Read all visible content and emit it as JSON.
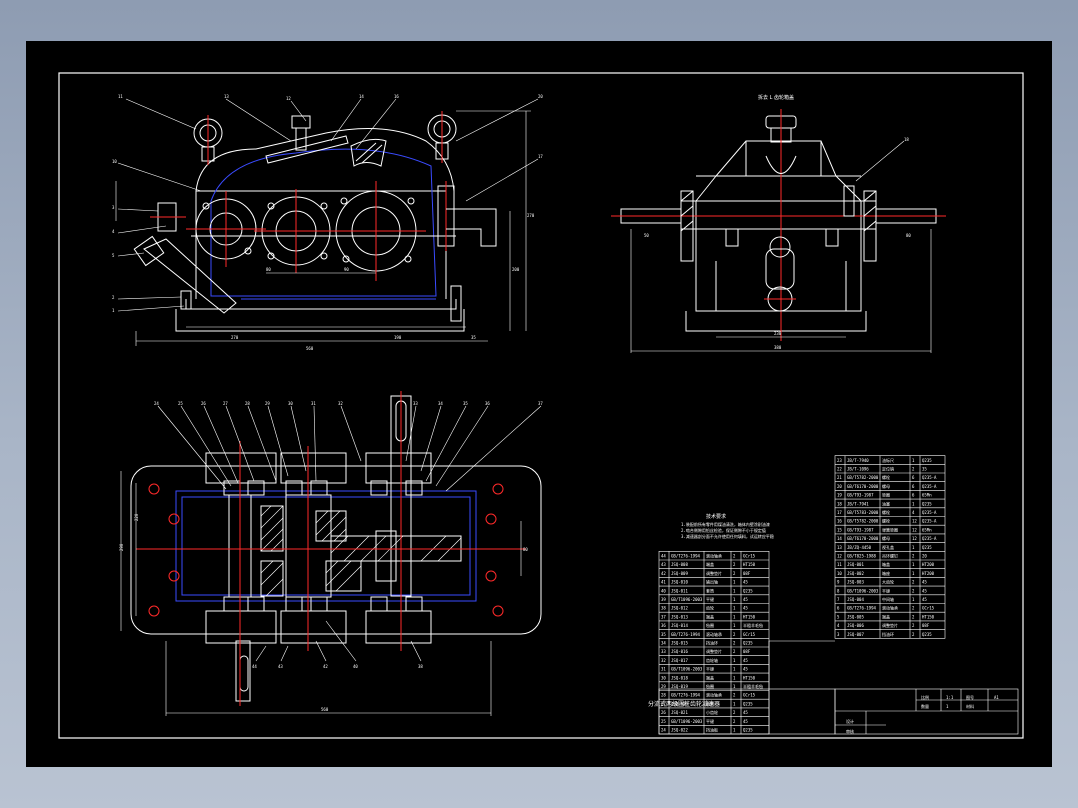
{
  "drawing": {
    "top_view_note": "拆去 L 齿轮箱盖",
    "tech_notes": [
      "技术要求",
      "1.装配前所有零件用煤油清洗，箱体内壁涂耐油漆",
      "2.啮合侧隙用铅丝检验，保证侧隙不小于规定值",
      "3.减速器剖分面不允许使用任何填料，试运转应平稳"
    ],
    "title_block": {
      "title": "分流式两级圆柱齿轮减速器",
      "col_a": "比例",
      "col_a_val": "1:1",
      "col_b": "图号",
      "col_b_val": "A1",
      "row2_a": "数量",
      "row2_a_val": "1",
      "row2_b": "材料",
      "design": "设计",
      "check": "审核"
    },
    "parts_right": [
      [
        "23",
        "JB/T-7940",
        "油标尺",
        "1",
        "Q235"
      ],
      [
        "22",
        "JB/T-1096",
        "定位销",
        "2",
        "35"
      ],
      [
        "21",
        "GB/T5782-2000",
        "螺栓",
        "6",
        "Q235-A"
      ],
      [
        "20",
        "GB/T6170-2000",
        "螺母",
        "6",
        "Q235-A"
      ],
      [
        "19",
        "GB/T93-1987",
        "垫圈",
        "6",
        "65Mn"
      ],
      [
        "18",
        "JB/T-7941",
        "油塞",
        "1",
        "Q235"
      ],
      [
        "17",
        "GB/T5783-2000",
        "螺栓",
        "4",
        "Q235-A"
      ],
      [
        "16",
        "GB/T5782-2000",
        "螺栓",
        "12",
        "Q235-A"
      ],
      [
        "15",
        "GB/T93-1987",
        "弹簧垫圈",
        "12",
        "65Mn"
      ],
      [
        "14",
        "GB/T6170-2000",
        "螺母",
        "12",
        "Q235-A"
      ],
      [
        "13",
        "JB/ZQ-4450",
        "视孔盖",
        "1",
        "Q235"
      ],
      [
        "12",
        "GB/T825-1988",
        "吊环螺钉",
        "2",
        "20"
      ],
      [
        "11",
        "JSQ-001",
        "箱盖",
        "1",
        "HT200"
      ],
      [
        "10",
        "JSQ-002",
        "箱座",
        "1",
        "HT200"
      ],
      [
        "9",
        "JSQ-003",
        "大齿轮",
        "2",
        "45"
      ],
      [
        "8",
        "GB/T1096-2003",
        "平键",
        "2",
        "45"
      ],
      [
        "7",
        "JSQ-004",
        "中间轴",
        "1",
        "45"
      ],
      [
        "6",
        "GB/T276-1994",
        "滚动轴承",
        "2",
        "GCr15"
      ],
      [
        "5",
        "JSQ-005",
        "端盖",
        "2",
        "HT150"
      ],
      [
        "4",
        "JSQ-006",
        "调整垫片",
        "2",
        "08F"
      ],
      [
        "3",
        "JSQ-007",
        "挡油环",
        "2",
        "Q235"
      ]
    ],
    "parts_left": [
      [
        "44",
        "GB/T276-1994",
        "滚动轴承",
        "2",
        "GCr15"
      ],
      [
        "43",
        "JSQ-008",
        "端盖",
        "2",
        "HT150"
      ],
      [
        "42",
        "JSQ-009",
        "调整垫片",
        "2",
        "08F"
      ],
      [
        "41",
        "JSQ-010",
        "输出轴",
        "1",
        "45"
      ],
      [
        "40",
        "JSQ-011",
        "套筒",
        "1",
        "Q235"
      ],
      [
        "39",
        "GB/T1096-2003",
        "平键",
        "1",
        "45"
      ],
      [
        "38",
        "JSQ-012",
        "齿轮",
        "1",
        "45"
      ],
      [
        "37",
        "JSQ-013",
        "端盖",
        "1",
        "HT150"
      ],
      [
        "36",
        "JSQ-014",
        "毡圈",
        "1",
        "半粗羊毛毡"
      ],
      [
        "35",
        "GB/T276-1994",
        "滚动轴承",
        "2",
        "GCr15"
      ],
      [
        "34",
        "JSQ-015",
        "挡油环",
        "2",
        "Q235"
      ],
      [
        "33",
        "JSQ-016",
        "调整垫片",
        "2",
        "08F"
      ],
      [
        "32",
        "JSQ-017",
        "齿轮轴",
        "1",
        "45"
      ],
      [
        "31",
        "GB/T1096-2003",
        "平键",
        "1",
        "45"
      ],
      [
        "30",
        "JSQ-018",
        "端盖",
        "1",
        "HT150"
      ],
      [
        "29",
        "JSQ-019",
        "毡圈",
        "1",
        "半粗羊毛毡"
      ],
      [
        "28",
        "GB/T276-1994",
        "滚动轴承",
        "2",
        "GCr15"
      ],
      [
        "27",
        "JSQ-020",
        "套筒",
        "1",
        "Q235"
      ],
      [
        "26",
        "JSQ-021",
        "小齿轮",
        "2",
        "45"
      ],
      [
        "25",
        "GB/T1096-2003",
        "平键",
        "2",
        "45"
      ],
      [
        "24",
        "JSQ-022",
        "挡油板",
        "1",
        "Q235"
      ]
    ]
  }
}
